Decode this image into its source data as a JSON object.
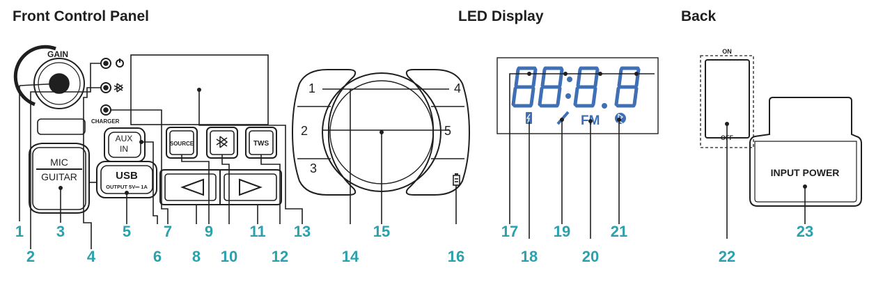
{
  "sections": {
    "front": "Front Control Panel",
    "led": "LED Display",
    "back": "Back"
  },
  "front_panel": {
    "gain_label": "GAIN",
    "charger_label": "CHARGER",
    "aux_label_1": "AUX",
    "aux_label_2": "IN",
    "mic_label_1": "MIC",
    "mic_label_2": "GUITAR",
    "usb_label": "USB",
    "usb_output": "OUTPUT 5V⎓ 1A",
    "source_label": "SOURCE",
    "tws_label": "TWS"
  },
  "presets": [
    "1",
    "2",
    "3",
    "4",
    "5"
  ],
  "led": {
    "fm_label": "FM"
  },
  "back": {
    "on_label": "ON",
    "off_label": "OFF",
    "input_power": "INPUT POWER"
  },
  "callouts": [
    "1",
    "2",
    "3",
    "4",
    "5",
    "6",
    "7",
    "8",
    "9",
    "10",
    "11",
    "12",
    "13",
    "14",
    "15",
    "16",
    "17",
    "18",
    "19",
    "20",
    "21",
    "22",
    "23"
  ],
  "colors": {
    "accent": "#2aa1ad",
    "line": "#1f1f1f",
    "led": "#3f6fb5"
  }
}
